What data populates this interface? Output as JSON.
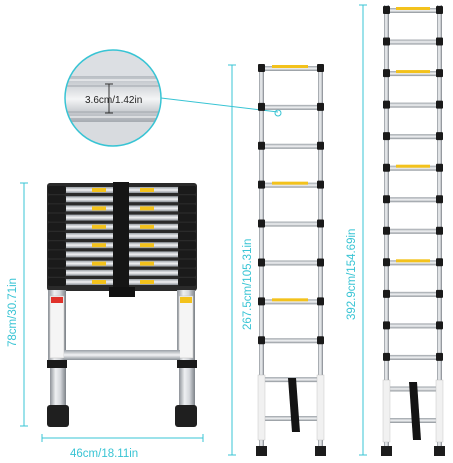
{
  "labels": {
    "zoom_profile": "3.6cm/1.42in",
    "height_collapsed": "78cm/30.71in",
    "width_base": "46cm/18.11in",
    "height_mid": "267.5cm/105.31in",
    "height_full": "392.9cm/154.69in"
  },
  "colors": {
    "dimension_line": "#38c4d4",
    "aluminium": "#c9ccd1",
    "joint_black": "#1a1a1a",
    "warning_yellow": "#f3c21c",
    "tread_black": "#202020"
  },
  "ladders": {
    "mid_rungs": 10,
    "full_rungs": 14,
    "collapsed_rungs": 11
  }
}
